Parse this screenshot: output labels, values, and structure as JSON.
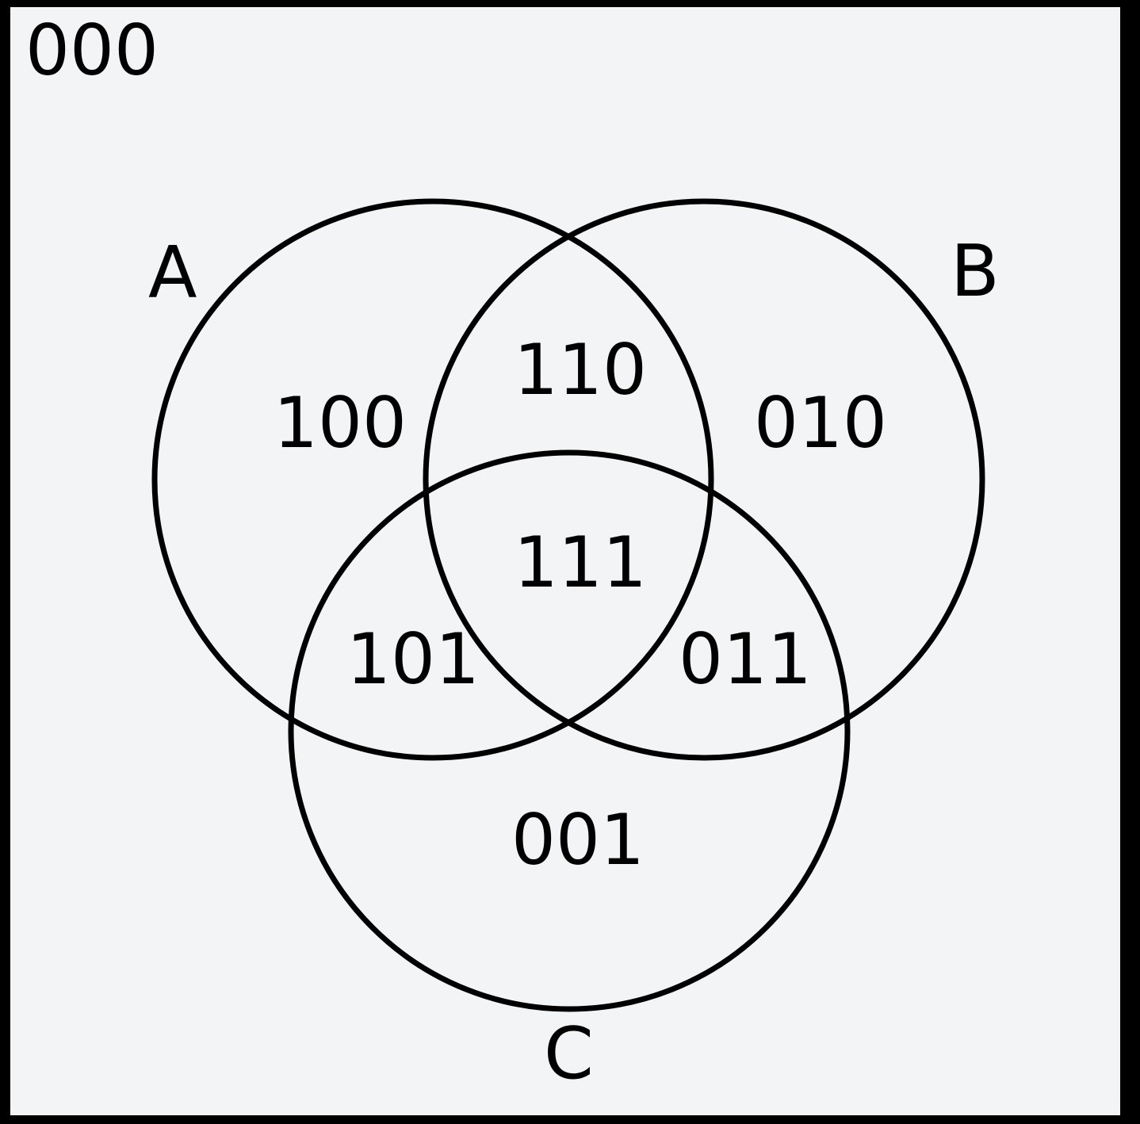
{
  "colors": {
    "background": "#f3f4f5",
    "stroke": "#000000",
    "text": "#000000"
  },
  "diagram": {
    "outside_label": "000",
    "sets": {
      "a": "A",
      "b": "B",
      "c": "C"
    },
    "regions": {
      "a_only": "100",
      "a_and_b": "110",
      "b_only": "010",
      "a_b_c": "111",
      "a_and_c": "101",
      "b_and_c": "011",
      "c_only": "001"
    }
  }
}
